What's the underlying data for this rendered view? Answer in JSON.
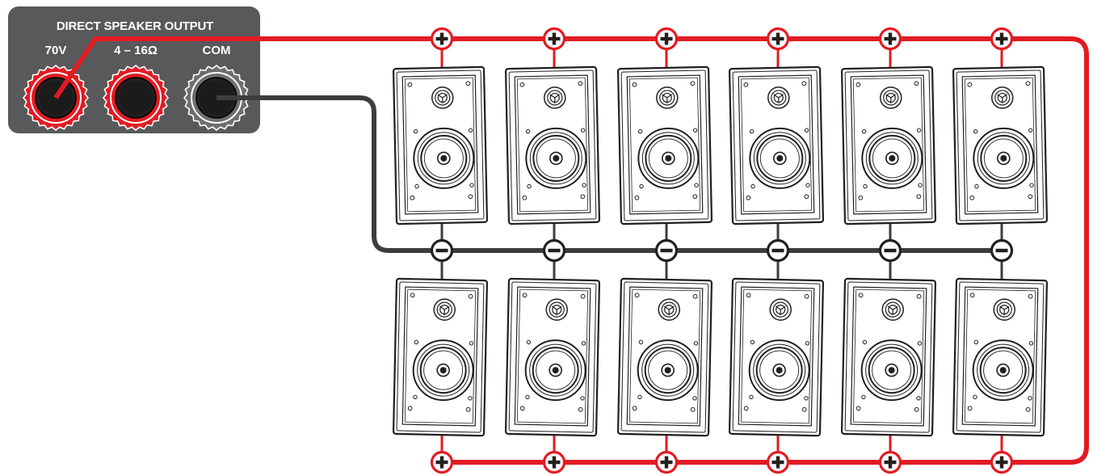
{
  "panel": {
    "title": "DIRECT SPEAKER OUTPUT",
    "terminals": [
      {
        "label": "70V",
        "color": "#e31b23"
      },
      {
        "label": "4 – 16Ω",
        "color": "#e31b23"
      },
      {
        "label": "COM",
        "color": "#6d6e70"
      }
    ],
    "background_color": "#58595b"
  },
  "wiring": {
    "positive_color": "#e31b23",
    "negative_color": "#3d3d3f",
    "positive_symbol": "+",
    "negative_symbol": "−"
  },
  "speakers": {
    "columns": 6,
    "rows": 2,
    "icon": "in-wall-speaker-icon"
  }
}
